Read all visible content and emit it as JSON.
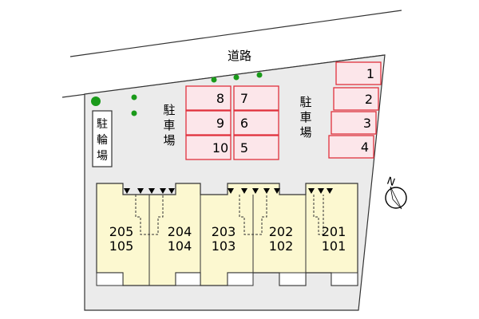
{
  "road": {
    "label": "道路"
  },
  "bicycle_parking": {
    "chars": [
      "駐",
      "輪",
      "場"
    ]
  },
  "parking_center": {
    "label_chars": [
      "駐",
      "車",
      "場"
    ],
    "spaces_left": [
      "8",
      "9",
      "10"
    ],
    "spaces_right": [
      "7",
      "6",
      "5"
    ]
  },
  "parking_east": {
    "label_chars": [
      "駐",
      "車",
      "場"
    ],
    "spaces": [
      "1",
      "2",
      "3",
      "4"
    ]
  },
  "compass": {
    "north_label": "N"
  },
  "units": [
    {
      "upper": "205",
      "lower": "105"
    },
    {
      "upper": "204",
      "lower": "104"
    },
    {
      "upper": "203",
      "lower": "103"
    },
    {
      "upper": "202",
      "lower": "102"
    },
    {
      "upper": "201",
      "lower": "101"
    }
  ],
  "colors": {
    "lot": "#ebebeb",
    "building": "#fcf8d0",
    "parking_fill": "#fce6ea",
    "parking_stroke": "#e0303c",
    "tree": "#1a9a1a",
    "outline": "#333333"
  }
}
